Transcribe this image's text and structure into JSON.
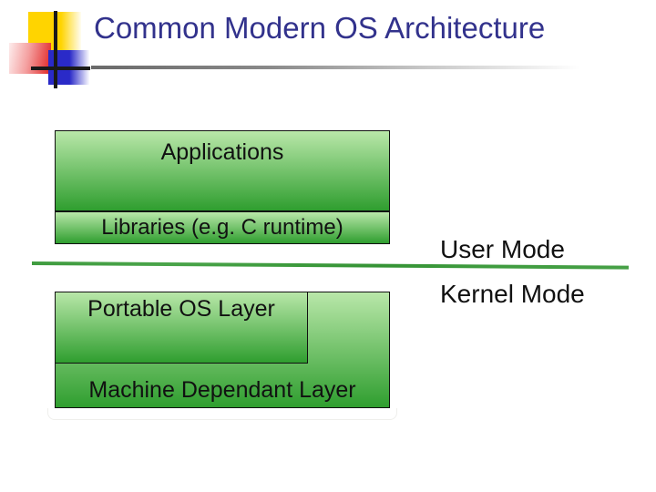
{
  "slide": {
    "title": "Common Modern OS Architecture",
    "boxes": {
      "applications": {
        "label": "Applications"
      },
      "libraries": {
        "label": "Libraries (e.g. C runtime)"
      },
      "portable_os": {
        "label": "Portable OS Layer"
      },
      "machine_dependant": {
        "label": "Machine Dependant Layer"
      }
    },
    "mode_labels": {
      "user": "User Mode",
      "kernel": "Kernel Mode"
    },
    "colors": {
      "title_color": "#32328c",
      "text_black": "#111111",
      "box_border": "#111111",
      "box_green_light": "#b9e7a9",
      "box_green_dark": "#2f9e2f",
      "divider_green": "#3f9c3f",
      "accent_yellow": "#ffd400",
      "accent_red": "#e22e2e",
      "accent_blue": "#2a2ac8",
      "line_black": "#1a1a1a"
    }
  }
}
